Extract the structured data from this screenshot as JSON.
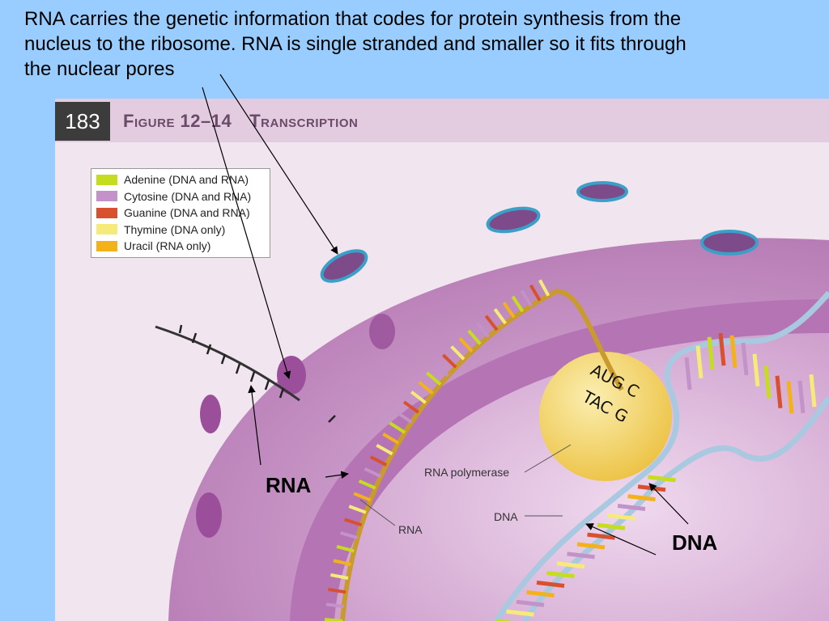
{
  "caption": "RNA carries the genetic information that codes for protein synthesis from the\nnucleus to the ribosome.  RNA is single stranded and smaller so it fits through\n the nuclear pores",
  "figure": {
    "number": "183",
    "title_prefix": "Figure 12–14",
    "title": "Transcription"
  },
  "legend": [
    {
      "label": "Adenine (DNA and RNA)",
      "color": "#c6dc1e"
    },
    {
      "label": "Cytosine (DNA and RNA)",
      "color": "#c292c8"
    },
    {
      "label": "Guanine (DNA and RNA)",
      "color": "#d8512f"
    },
    {
      "label": "Thymine (DNA only)",
      "color": "#f6ea7a"
    },
    {
      "label": "Uracil (RNA only)",
      "color": "#f3b21a"
    }
  ],
  "labels": {
    "rna_polymerase": "RNA polymerase",
    "dna_small": "DNA",
    "rna_small": "RNA",
    "rna_big": "RNA",
    "dna_big": "DNA"
  },
  "handwriting": {
    "line1": "AUG C",
    "line2": "TAC G"
  },
  "colors": {
    "cytoplasm": "#c88fc6",
    "nucleus": "#d6a8d4",
    "nucleolus": "#f5d55c",
    "backbone": "#a9c9e0"
  }
}
